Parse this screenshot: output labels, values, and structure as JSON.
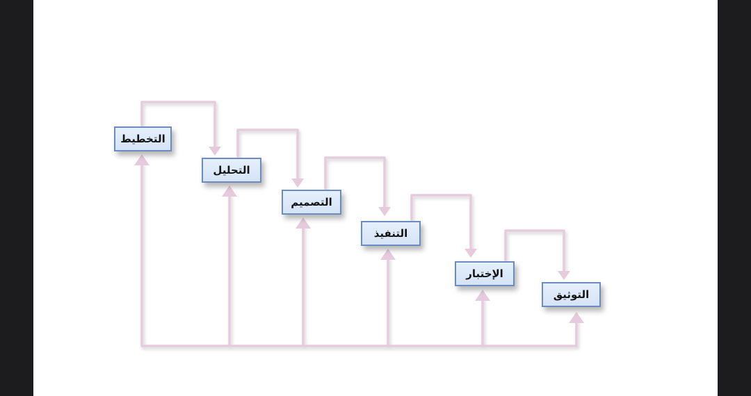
{
  "diagram": {
    "steps": [
      {
        "label": "التخطيط"
      },
      {
        "label": "التحليل"
      },
      {
        "label": "التصميم"
      },
      {
        "label": "التنفيذ"
      },
      {
        "label": "الإختبار"
      },
      {
        "label": "التوثيق"
      }
    ],
    "colors": {
      "arrow": "#e6cbdd",
      "box_fill": "#dbe7f7",
      "box_border": "#6a8cc0",
      "page_background": "#ffffff",
      "side_bars": "#1c1c1e"
    }
  }
}
